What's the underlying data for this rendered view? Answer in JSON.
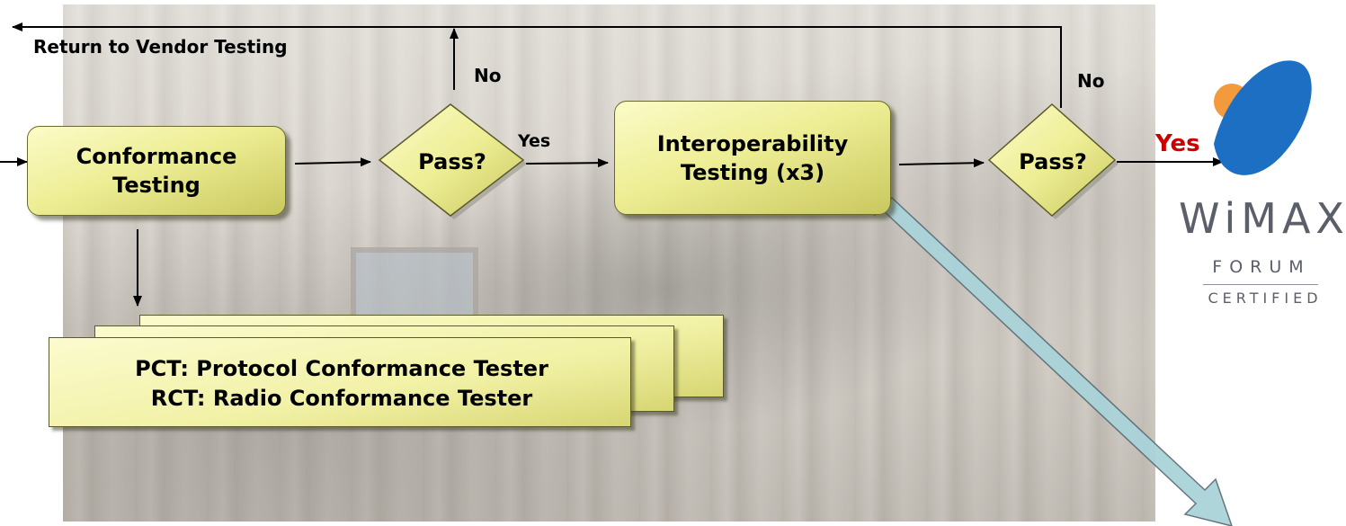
{
  "return_label": "Return to Vendor Testing",
  "no_label_1": "No",
  "no_label_2": "No",
  "yes_label_1": "Yes",
  "yes_label_2": "Yes",
  "conformance_box": {
    "line1": "Conformance",
    "line2": "Testing"
  },
  "interop_box": {
    "line1": "Interoperability",
    "line2": "Testing (x3)"
  },
  "decision_1": "Pass?",
  "decision_2": "Pass?",
  "testers": {
    "pct": "PCT: Protocol Conformance Tester",
    "rct": "RCT: Radio Conformance Tester"
  },
  "logo": {
    "name": "wimax-forum-certified-logo",
    "title": "WiMAX",
    "forum": "FORUM",
    "certified": "CERTIFIED"
  },
  "colors": {
    "box_fill": "#eeee96",
    "yes_highlight": "#cc0000",
    "big_arrow": "#a9d3d9",
    "logo_orange": "#f39a3c",
    "logo_blue": "#1d6fc4",
    "logo_text": "#5a5f6a"
  }
}
